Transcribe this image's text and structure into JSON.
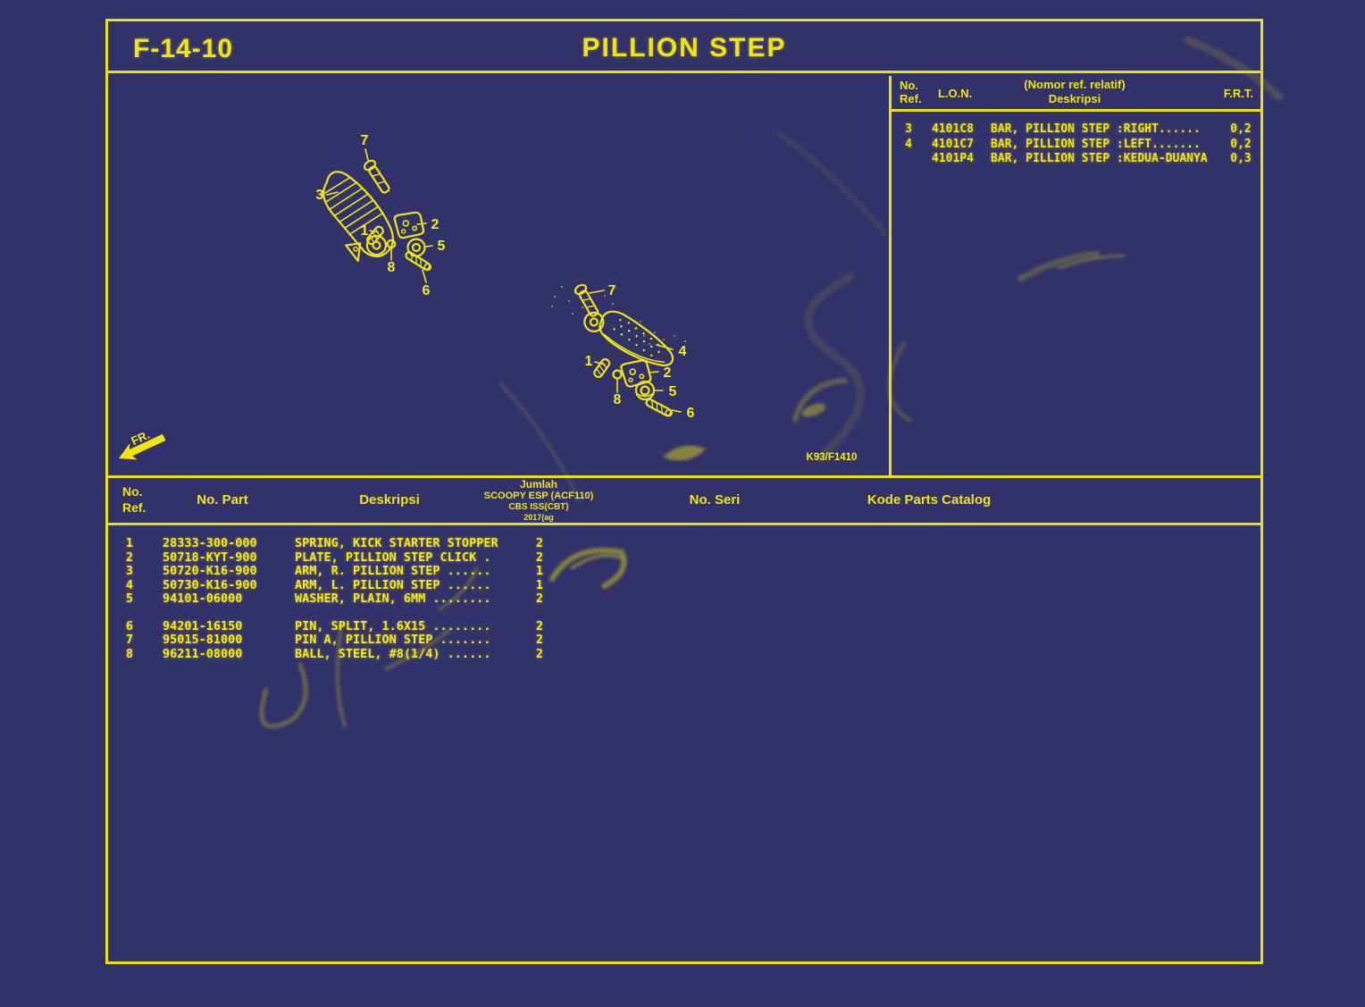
{
  "page": {
    "code": "F-14-10",
    "title": "PILLION STEP"
  },
  "ref_table": {
    "header": {
      "no_line1": "No.",
      "no_line2": "Ref.",
      "lon": "L.O.N.",
      "desc_line1": "(Nomor ref. relatif)",
      "desc_line2": "Deskripsi",
      "frt": "F.R.T."
    },
    "rows": [
      {
        "ref": "3",
        "lon": "4101C8",
        "desc": "BAR, PILLION STEP :RIGHT......",
        "frt": "0,2"
      },
      {
        "ref": "4",
        "lon": "4101C7",
        "desc": "BAR, PILLION STEP :LEFT.......",
        "frt": "0,2"
      },
      {
        "ref": "",
        "lon": "4101P4",
        "desc": "BAR, PILLION STEP :KEDUA-DUANYA",
        "frt": "0,3"
      }
    ]
  },
  "parts_table": {
    "header": {
      "no_line1": "No.",
      "no_line2": "Ref.",
      "no_part": "No. Part",
      "deskripsi": "Deskripsi",
      "jumlah_line1": "Jumlah",
      "jumlah_line2": "SCOOPY ESP (ACF110)",
      "jumlah_line3": "CBS ISS(CBT)",
      "jumlah_line4": "2017(ag",
      "no_seri": "No. Seri",
      "kode": "Kode Parts Catalog"
    },
    "rows": [
      {
        "ref": "1",
        "part": "28333-300-000",
        "desc": "SPRING, KICK STARTER STOPPER",
        "qty": "2"
      },
      {
        "ref": "2",
        "part": "50718-KYT-900",
        "desc": "PLATE, PILLION STEP CLICK .",
        "qty": "2"
      },
      {
        "ref": "3",
        "part": "50720-K16-900",
        "desc": "ARM, R. PILLION STEP ......",
        "qty": "1"
      },
      {
        "ref": "4",
        "part": "50730-K16-900",
        "desc": "ARM, L. PILLION STEP ......",
        "qty": "1"
      },
      {
        "ref": "5",
        "part": "94101-06000",
        "desc": "WASHER, PLAIN, 6MM ........",
        "qty": "2"
      },
      {
        "ref": "6",
        "part": "94201-16150",
        "desc": "PIN, SPLIT, 1.6X15 ........",
        "qty": "2"
      },
      {
        "ref": "7",
        "part": "95015-81000",
        "desc": "PIN A, PILLION STEP .......",
        "qty": "2"
      },
      {
        "ref": "8",
        "part": "96211-08000",
        "desc": "BALL, STEEL, #8(1/4) ......",
        "qty": "2"
      }
    ]
  },
  "diagram": {
    "fr_label": "FR.",
    "figure_code": "K93/F1410",
    "callouts": {
      "c1": "1",
      "c2": "2",
      "c3": "3",
      "c4": "4",
      "c5": "5",
      "c6": "6",
      "c7": "7",
      "c8": "8"
    }
  },
  "colors": {
    "background": "#32326b",
    "line_yellow": "#ece00e",
    "text_yellow": "#f8ea12"
  }
}
